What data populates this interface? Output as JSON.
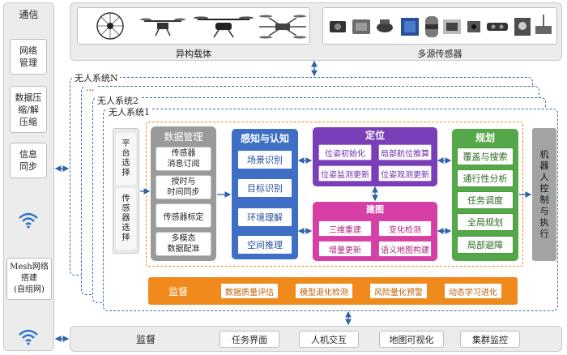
{
  "left_panel": {
    "title": "通信",
    "items": [
      "网络\n管理",
      "数据压\n缩/解\n压缩",
      "信息\n同步"
    ],
    "mesh_label": "Mesh网络\n搭建\n(自组网)"
  },
  "top": {
    "hetero_label": "异构载体",
    "sensor_label": "多源传感器"
  },
  "systems": {
    "labels": [
      "无人系统N",
      "...",
      "无人系统2",
      "无人系统1"
    ]
  },
  "platform": {
    "items": [
      "平\n台\n选\n择",
      "传\n感\n器\n选\n择"
    ]
  },
  "data_mgmt": {
    "title": "数据管理",
    "items": [
      "传感器\n消息订阅",
      "授时与\n时间同步",
      "传感器标定",
      "多模态\n数据配准"
    ]
  },
  "perception": {
    "title": "感知与认知",
    "items": [
      "场景识别",
      "目标识别",
      "环境理解",
      "空间推理"
    ]
  },
  "localization": {
    "title": "定位",
    "items": [
      "位姿初始化",
      "局部航位推算",
      "位姿监测更新",
      "位姿观测更新"
    ]
  },
  "mapping": {
    "title": "建图",
    "items": [
      "三维重建",
      "变化检测",
      "增量更新",
      "语义地图构建"
    ]
  },
  "planning": {
    "title": "规划",
    "items": [
      "覆盖与搜索",
      "通行性分析",
      "任务调度",
      "全局规划",
      "局部避障"
    ]
  },
  "control": {
    "label": "机\n器\n人\n控\n制\n与\n执\n行"
  },
  "supervision": {
    "title": "监督",
    "items": [
      "数据质量评估",
      "模型退化检测",
      "风险量化预警",
      "动态学习进化"
    ]
  },
  "bottom": {
    "title": "监督",
    "items": [
      "任务界面",
      "人机交互",
      "地图可视化",
      "集群监控"
    ]
  },
  "colors": {
    "system_frame": "#3b6fb3",
    "perception": "#3e6fc4",
    "localization": "#7a3fb8",
    "mapping": "#d63fa6",
    "planning": "#55a84a",
    "supervision": "#f08a1c",
    "gray_panel": "#9a9a9a"
  }
}
